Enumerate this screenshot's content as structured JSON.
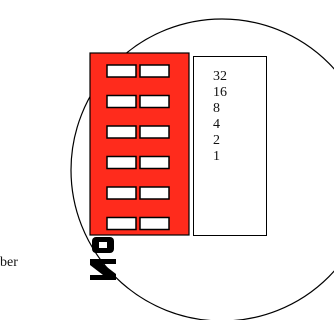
{
  "dip_switch": {
    "positions": 6,
    "values": [
      "32",
      "16",
      "8",
      "4",
      "2",
      "1"
    ],
    "on_label": "ON",
    "colors": {
      "body": "#ff2b1c",
      "slot": "#ffffff",
      "outline": "#000000"
    }
  },
  "caption": {
    "text": "ber"
  }
}
